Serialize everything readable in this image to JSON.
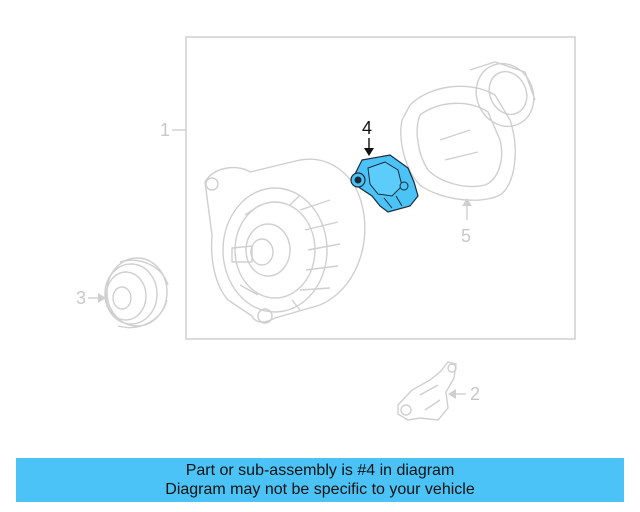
{
  "diagram": {
    "callouts": {
      "c1": "1",
      "c2": "2",
      "c3": "3",
      "c4": "4",
      "c5": "5"
    },
    "highlight_color": "#4cc3f6",
    "faded_color": "#cfcfcf"
  },
  "banner": {
    "line1": "Part or sub-assembly is #4 in diagram",
    "line2": "Diagram may not be specific to your vehicle",
    "color": "#4cc3f6"
  }
}
